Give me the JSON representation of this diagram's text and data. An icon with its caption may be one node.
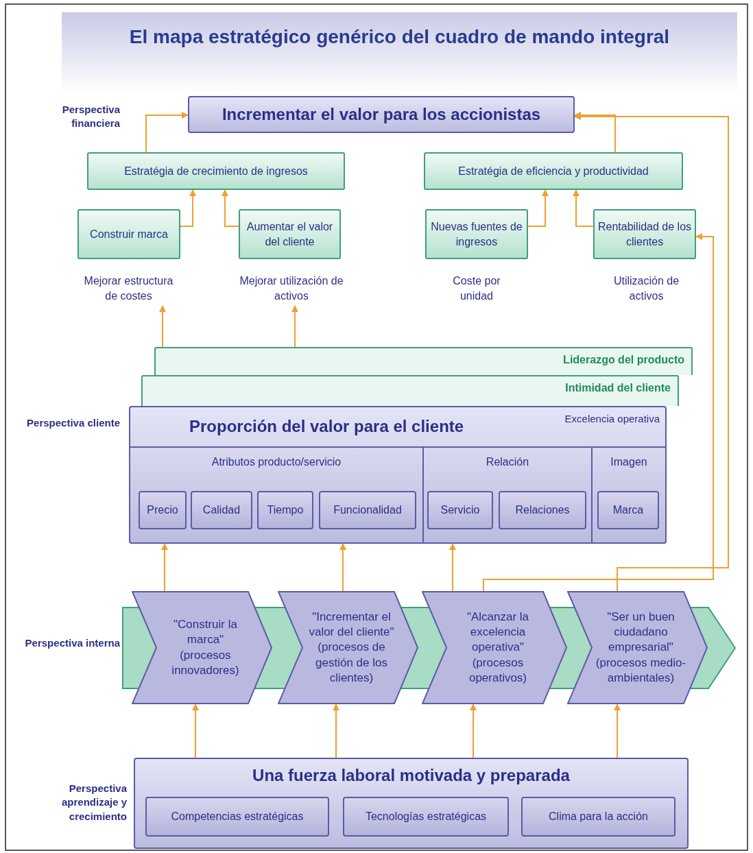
{
  "diagram": {
    "title": "El mapa estratégico genérico del cuadro de mando integral",
    "nodes": [
      {
        "text": [
          "Incrementar el valor para los accionistas"
        ]
      },
      {
        "text": [
          "Estratégia de crecimiento de ingresos"
        ]
      },
      {
        "text": [
          "Estratégia de eficiencia y productividad"
        ]
      },
      {
        "text": [
          "Construir marca"
        ]
      },
      {
        "text": [
          "Aumentar el valor del cliente"
        ]
      },
      {
        "text": [
          "Nuevas fuentes de ingresos"
        ]
      },
      {
        "text": [
          "Rentabilidad de los clientes"
        ]
      },
      {
        "text": [
          "Mejorar estructura de costes"
        ]
      },
      {
        "text": [
          "Mejorar utilización de activos"
        ]
      },
      {
        "text": [
          "Coste por unidad"
        ]
      },
      {
        "text": [
          "Utilización de activos"
        ]
      },
      {
        "text": [
          "Liderazgo del producto"
        ]
      },
      {
        "text": [
          "Intimidad del cliente"
        ]
      },
      {
        "text": [
          "Proporción del valor para el cliente",
          "Excelencia operativa"
        ]
      },
      {
        "text": [
          "Atributos producto/servicio"
        ],
        "in": 13
      },
      {
        "text": [
          "Precio"
        ],
        "in": 14
      },
      {
        "text": [
          "Calidad"
        ],
        "in": 14
      },
      {
        "text": [
          "Tiempo"
        ],
        "in": 14
      },
      {
        "text": [
          "Funcionalidad"
        ],
        "in": 14
      },
      {
        "text": [
          "Relación"
        ],
        "in": 13
      },
      {
        "text": [
          "Servicio"
        ],
        "in": 19
      },
      {
        "text": [
          "Relaciones"
        ],
        "in": 19
      },
      {
        "text": [
          "Imagen"
        ],
        "in": 13
      },
      {
        "text": [
          "Marca"
        ],
        "in": 22
      },
      {
        "text": [],
        "shape": "arrow"
      },
      {
        "text": [
          "\"Construir la marca\"",
          "(procesos innovadores)"
        ]
      },
      {
        "text": [
          "\"Incrementar el valor del cliente\"",
          "(procesos de gestión de los clientes)"
        ]
      },
      {
        "text": [
          "\"Alcanzar la excelencia operativa\"",
          "(procesos operativos)"
        ]
      },
      {
        "text": [
          "\"Ser un buen ciudadano empresarial\"",
          "(procesos medio-ambientales)"
        ]
      },
      {
        "text": [
          "Una fuerza laboral motivada y preparada"
        ]
      },
      {
        "text": [
          "Competencias estratégicas"
        ],
        "in": 29
      },
      {
        "text": [
          "Tecnologías estratégicas"
        ],
        "in": 29
      },
      {
        "text": [
          "Clima para la acción"
        ],
        "in": 29
      }
    ],
    "edges": [
      {
        "from": 1,
        "to": 0,
        "arrow": "to"
      },
      {
        "from": 2,
        "to": 0,
        "arrow": "to"
      },
      {
        "from": 3,
        "to": 1,
        "arrow": "to"
      },
      {
        "from": 4,
        "to": 1,
        "arrow": "to"
      },
      {
        "from": 5,
        "to": 2,
        "arrow": "to"
      },
      {
        "from": 6,
        "to": 2,
        "arrow": "to"
      },
      {
        "from": 11,
        "to": 7,
        "arrow": "to"
      },
      {
        "from": 11,
        "to": 8,
        "arrow": "to"
      },
      {
        "from": 25,
        "to": 13,
        "arrow": "to"
      },
      {
        "from": 26,
        "to": 13,
        "arrow": "to"
      },
      {
        "from": 27,
        "to": 13,
        "arrow": "to"
      },
      {
        "from": 27,
        "to": 6,
        "arrow": "to"
      },
      {
        "from": 28,
        "to": 0,
        "arrow": "to"
      },
      {
        "from": 29,
        "to": 25,
        "arrow": "to"
      },
      {
        "from": 29,
        "to": 26,
        "arrow": "to"
      },
      {
        "from": 29,
        "to": 27,
        "arrow": "to"
      },
      {
        "from": 29,
        "to": 28,
        "arrow": "to"
      }
    ],
    "labels": [
      "Perspectiva financiera",
      "Perspectiva cliente",
      "Perspectiva interna",
      "Perspectiva aprendizaje y crecimiento"
    ]
  }
}
